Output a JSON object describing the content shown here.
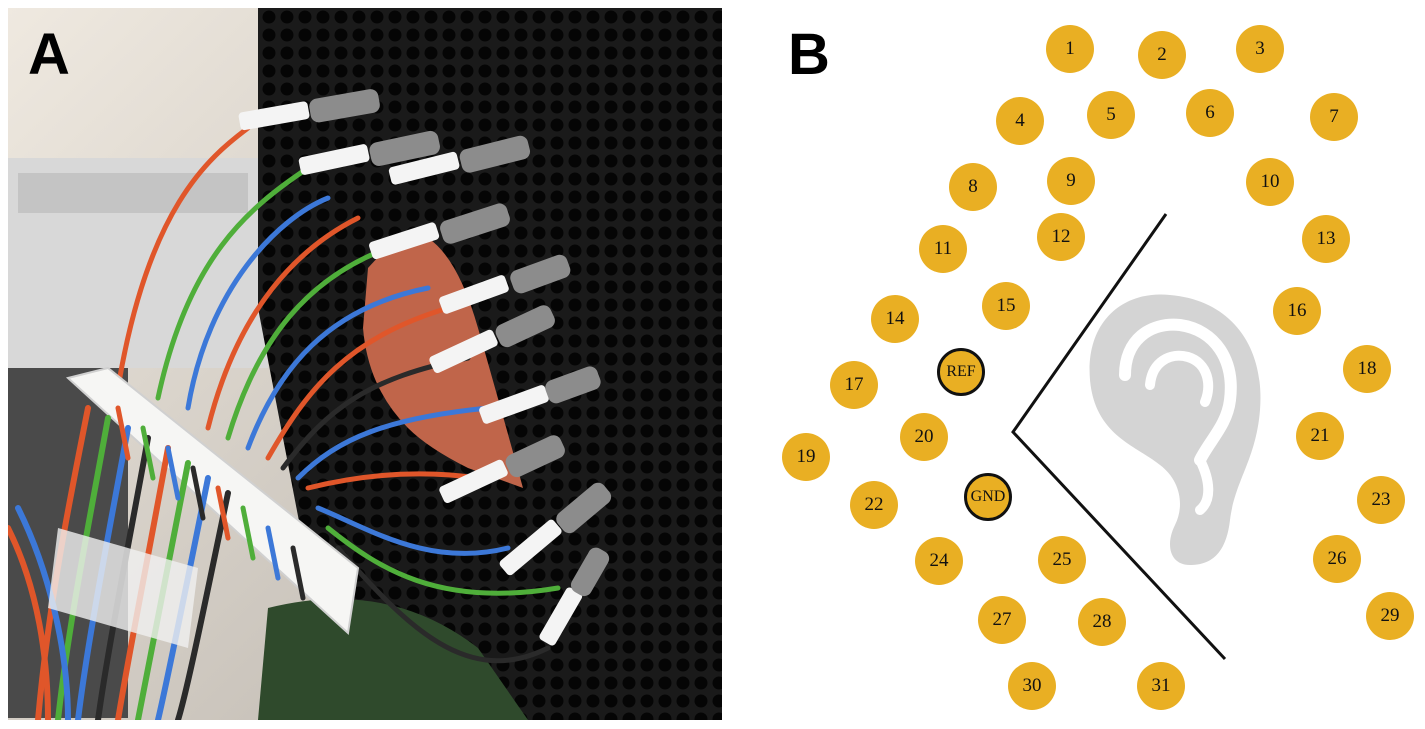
{
  "panels": {
    "a_label": "A",
    "b_label": "B"
  },
  "colors": {
    "electrode_fill": "#e9af23",
    "ear_icon": "#d4d4d4",
    "wire_red": "#e0562a",
    "wire_green": "#4fae3a",
    "wire_blue": "#3c78d8",
    "wire_black": "#2a2a2a"
  },
  "electrodes": [
    {
      "label": "1"
    },
    {
      "label": "2"
    },
    {
      "label": "3"
    },
    {
      "label": "4"
    },
    {
      "label": "5"
    },
    {
      "label": "6"
    },
    {
      "label": "7"
    },
    {
      "label": "8"
    },
    {
      "label": "9"
    },
    {
      "label": "10"
    },
    {
      "label": "11"
    },
    {
      "label": "12"
    },
    {
      "label": "13"
    },
    {
      "label": "14"
    },
    {
      "label": "15"
    },
    {
      "label": "16"
    },
    {
      "label": "17"
    },
    {
      "label": "REF"
    },
    {
      "label": "18"
    },
    {
      "label": "19"
    },
    {
      "label": "20"
    },
    {
      "label": "21"
    },
    {
      "label": "22"
    },
    {
      "label": "GND"
    },
    {
      "label": "23"
    },
    {
      "label": "24"
    },
    {
      "label": "25"
    },
    {
      "label": "26"
    },
    {
      "label": "27"
    },
    {
      "label": "28"
    },
    {
      "label": "29"
    },
    {
      "label": "30"
    },
    {
      "label": "31"
    }
  ]
}
